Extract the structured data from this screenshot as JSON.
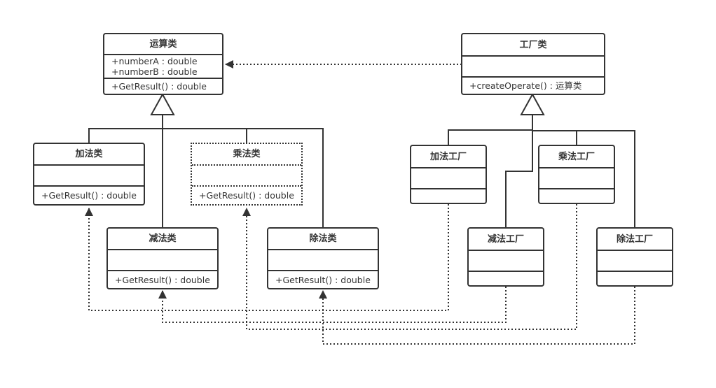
{
  "diagram": {
    "type": "UML class diagram (Factory Method pattern)",
    "classes": {
      "operation": {
        "name": "运算类",
        "attributes": [
          "+numberA : double",
          "+numberB : double"
        ],
        "operations": [
          "+GetResult() : double"
        ]
      },
      "factory": {
        "name": "工厂类",
        "attributes": [],
        "operations": [
          "+createOperate()  :  运算类"
        ]
      },
      "add": {
        "name": "加法类",
        "attributes": [],
        "operations": [
          "+GetResult() : double"
        ]
      },
      "mul": {
        "name": "乘法类",
        "attributes": [],
        "operations": [
          "+GetResult() : double"
        ],
        "style": "dotted"
      },
      "sub": {
        "name": "减法类",
        "attributes": [],
        "operations": [
          "+GetResult() : double"
        ]
      },
      "div": {
        "name": "除法类",
        "attributes": [],
        "operations": [
          "+GetResult() : double"
        ]
      },
      "add_factory": {
        "name": "加法工厂",
        "attributes": [],
        "operations": []
      },
      "mul_factory": {
        "name": "乘法工厂",
        "attributes": [],
        "operations": []
      },
      "sub_factory": {
        "name": "减法工厂",
        "attributes": [],
        "operations": []
      },
      "div_factory": {
        "name": "除法工厂",
        "attributes": [],
        "operations": []
      }
    },
    "relationships": [
      {
        "type": "dependency",
        "from": "factory",
        "to": "operation"
      },
      {
        "type": "generalization",
        "from": "add",
        "to": "operation"
      },
      {
        "type": "generalization",
        "from": "sub",
        "to": "operation"
      },
      {
        "type": "generalization",
        "from": "mul",
        "to": "operation"
      },
      {
        "type": "generalization",
        "from": "div",
        "to": "operation"
      },
      {
        "type": "generalization",
        "from": "add_factory",
        "to": "factory"
      },
      {
        "type": "generalization",
        "from": "sub_factory",
        "to": "factory"
      },
      {
        "type": "generalization",
        "from": "mul_factory",
        "to": "factory"
      },
      {
        "type": "generalization",
        "from": "div_factory",
        "to": "factory"
      },
      {
        "type": "dependency",
        "from": "add_factory",
        "to": "add"
      },
      {
        "type": "dependency",
        "from": "sub_factory",
        "to": "sub"
      },
      {
        "type": "dependency",
        "from": "mul_factory",
        "to": "mul"
      },
      {
        "type": "dependency",
        "from": "div_factory",
        "to": "div"
      }
    ],
    "colors": {
      "stroke": "#333333",
      "background": "#ffffff"
    }
  }
}
